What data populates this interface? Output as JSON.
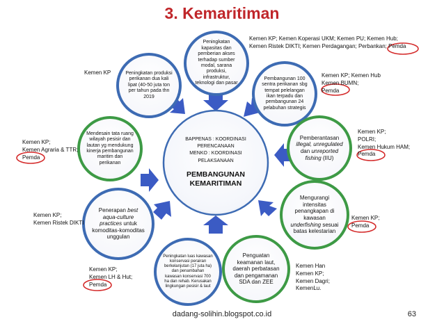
{
  "title": "3. Kemaritiman",
  "center": {
    "line1": "BAPPENAS : KOORDINASI",
    "line2": "PERENCANAAN",
    "line3": "MENKO : KOORDINASI",
    "line4": "PELAKSANAAN",
    "main1": "PEMBANGUNAN",
    "main2": "KEMARITIMAN"
  },
  "nodes": [
    {
      "id": "n1",
      "html": "Peningkatan kapasitas dan pemberian akses terhadap sumber modal, sarana produksi, infrastruktur, teknologi dan pasar"
    },
    {
      "id": "n2",
      "html": "Pembangunan 100 sentra perikanan sbg tempat pelelangan ikan terpadu dan pembangunan 24 pelabuhan strategis"
    },
    {
      "id": "n3",
      "html": "Pemberantasan <i>illegal, unregulated</i> dan <i>unreported fishing</i> (IIU)"
    },
    {
      "id": "n4",
      "html": "Mengurangi intensitas penangkapan di kawasan <i>underfishing</i> sesuai batas kelestarian"
    },
    {
      "id": "n5",
      "html": "Penguatan keamanan laut, daerah perbatasan dan pengamanan SDA dan ZEE"
    },
    {
      "id": "n6",
      "html": "Peningkatan luas kawasan konservasi perairan berkelanjutan (17 juta ha) dan penambahan kawasan konservasi 700 ha dan rehab. Kerusakan lingkungan pesisir & laut"
    },
    {
      "id": "n7",
      "html": "Penerapan <i>best aqua-culture practices</i> untuk komoditas-komoditas unggulan"
    },
    {
      "id": "n8",
      "html": "Mendesain tata ruang wilayah pesisir dan lautan yg mendukung kinerja pembangunan maritim dan perikanan"
    },
    {
      "id": "n9",
      "html": "Peningkatan produksi perikanan dua kali lipat (40-50 juta ton per tahun pada thn 2019"
    }
  ],
  "annotations": {
    "a1": "Kemen KP; Kemen Koperasi UKM; Kemen PU; Kemen Hub;\nKemen Ristek DIKTI; Kemen Perdagangan; Perbankan; Pemda",
    "a2": "Kemen KP; Kemen Hub\nKemen BUMN;\nPemda",
    "a3": "Kemen KP;\nPOLRI;\nKemen Hukum HAM;\nPemda",
    "a4": "Kemen KP;\nPemda",
    "a5": "Kemen Han\nKemen KP;\nKemen Dagri;\nKemenLu.",
    "a6": "Kemen KP;\nKemen LH & Hut;\nPemda",
    "a7": "Kemen KP;\nKemen Ristek DIKTI",
    "a8": "Kemen KP;\nKemen Agraria & TTR;\nPemda",
    "a9": "Kemen KP"
  },
  "footer": "dadang-solihin.blogspot.co.id",
  "page_number": "63",
  "colors": {
    "title": "#c0262a",
    "arrow": "#3b5bc4",
    "ring_blue": "#3d6bb3",
    "ring_green": "#3d9a45",
    "circle_fill": "#ffffff",
    "highlight": "#d42a2a"
  }
}
